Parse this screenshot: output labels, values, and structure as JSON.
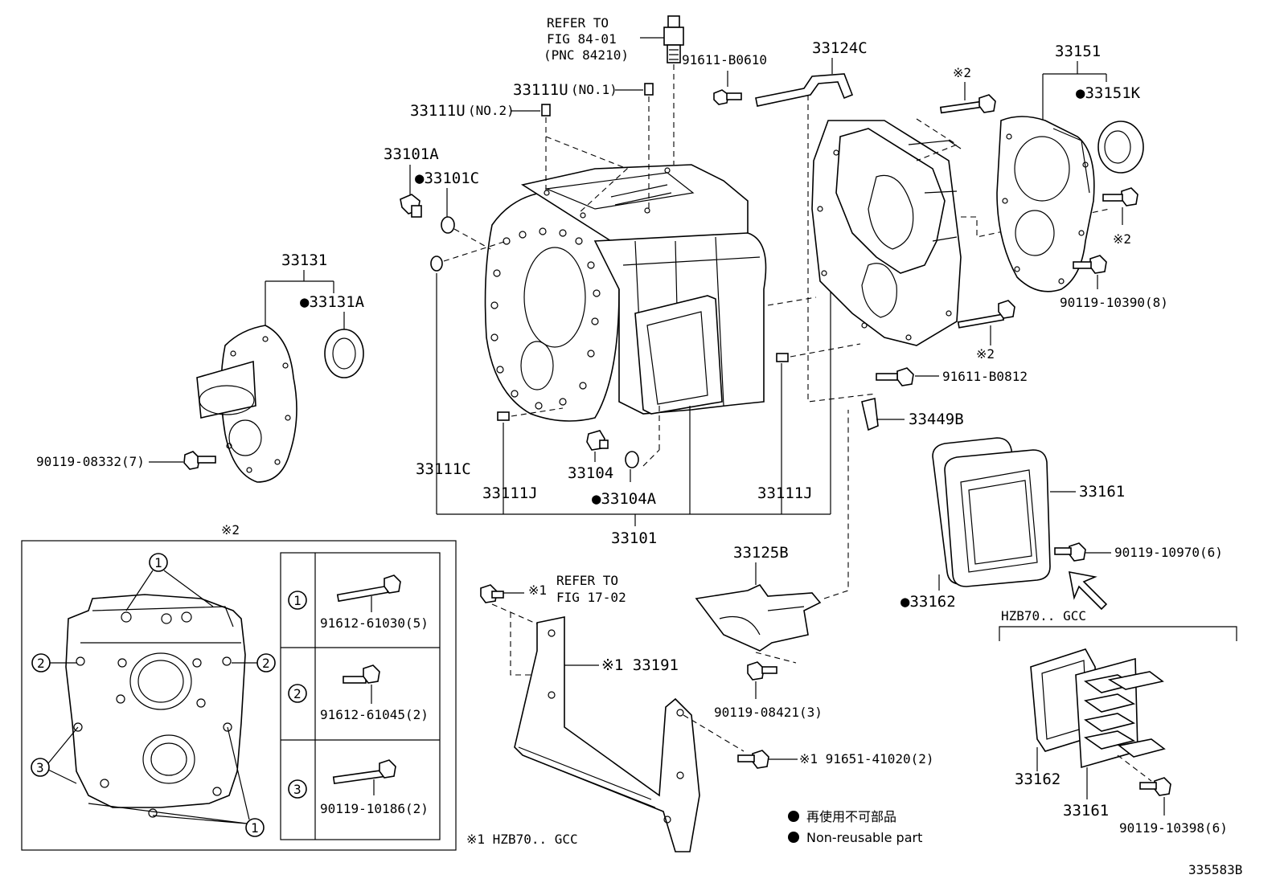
{
  "refer_fig84": {
    "line1": "REFER TO",
    "line2": "FIG 84-01",
    "line3": "(PNC 84210)"
  },
  "refer_fig17": {
    "line1": "REFER TO",
    "line2": "FIG 17-02"
  },
  "labels": {
    "p91611_B0610": "91611-B0610",
    "p33124C": "33124C",
    "p33151": "33151",
    "p33151K": "●33151K",
    "ref2_top": "※2",
    "ref2_right": "※2",
    "ref2_mid": "※2",
    "p33111U_no1": "33111U",
    "no1": "(NO.1)",
    "p33111U_no2": "33111U",
    "no2": "(NO.2)",
    "p33101A": "33101A",
    "p33101C": "●33101C",
    "p33131": "33131",
    "p33131A": "●33131A",
    "p90119_08332": "90119-08332(7)",
    "p90119_10390": "90119-10390(8)",
    "p91611_B0812": "91611-B0812",
    "p33449B": "33449B",
    "p33111C": "33111C",
    "p33104": "33104",
    "p33111J_left": "33111J",
    "p33104A": "●33104A",
    "p33111J_right": "33111J",
    "p33101": "33101",
    "p33161": "33161",
    "p90119_10970": "90119-10970(6)",
    "p33162": "●33162",
    "p33125B": "33125B",
    "p33191": "※1 33191",
    "ref1_bolt": "※1",
    "p90119_08421": "90119-08421(3)",
    "p91651_41020": "※1 91651-41020(2)",
    "hzb_section": "HZB70.. GCC",
    "p33162_b": "33162",
    "p33161_b": "33161",
    "p90119_10398": "90119-10398(6)",
    "inset_ref": "※2"
  },
  "inset_table": [
    {
      "num": "1",
      "part": "91612-61030(5)"
    },
    {
      "num": "2",
      "part": "91612-61045(2)"
    },
    {
      "num": "3",
      "part": "90119-10186(2)"
    }
  ],
  "inset_callouts": [
    "1",
    "2",
    "2",
    "3",
    "1"
  ],
  "footnote": "※1  HZB70.. GCC",
  "legend": {
    "jp": "再使用不可部品",
    "en": "Non-reusable part"
  },
  "figure_id": "335583B"
}
